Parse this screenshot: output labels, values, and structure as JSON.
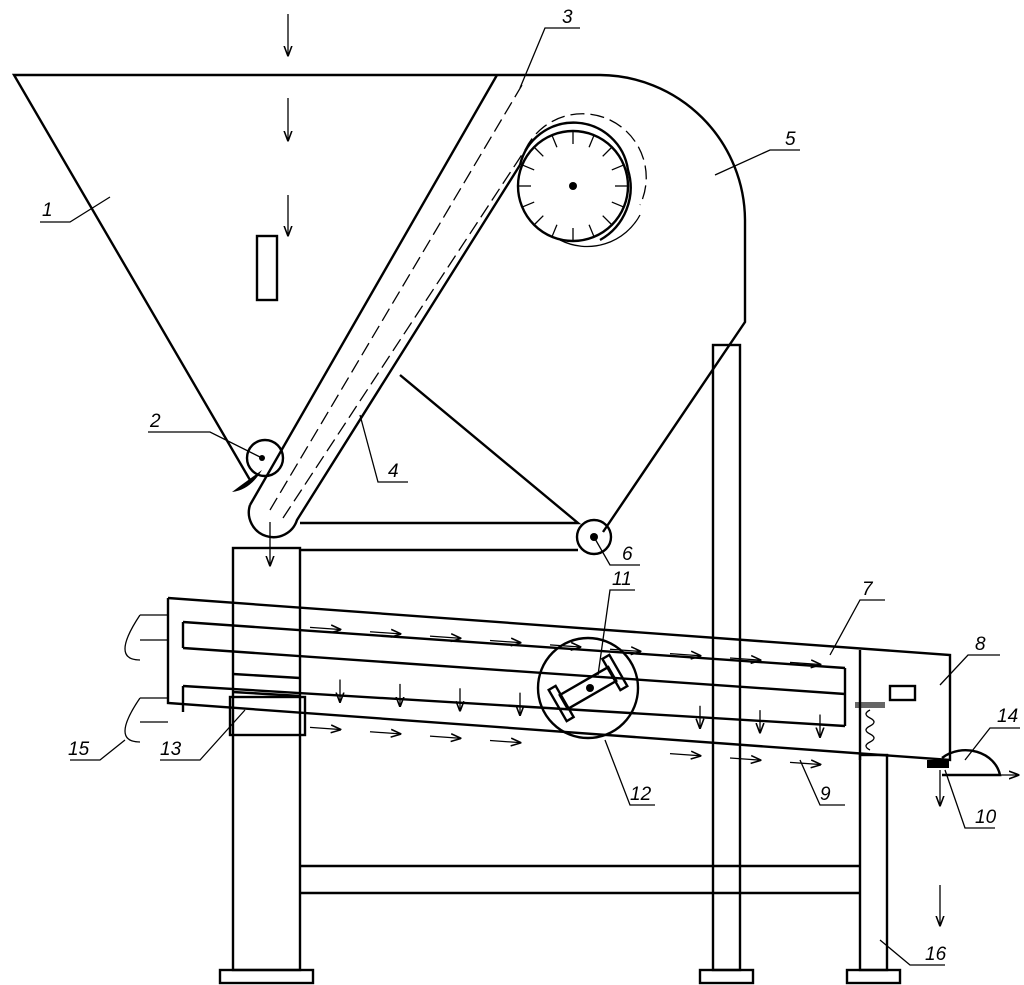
{
  "diagram": {
    "type": "technical-drawing",
    "labels": [
      {
        "id": "1",
        "text": "1"
      },
      {
        "id": "2",
        "text": "2"
      },
      {
        "id": "3",
        "text": "3"
      },
      {
        "id": "4",
        "text": "4"
      },
      {
        "id": "5",
        "text": "5"
      },
      {
        "id": "6",
        "text": "6"
      },
      {
        "id": "7",
        "text": "7"
      },
      {
        "id": "8",
        "text": "8"
      },
      {
        "id": "9",
        "text": "9"
      },
      {
        "id": "10",
        "text": "10"
      },
      {
        "id": "11",
        "text": "11"
      },
      {
        "id": "12",
        "text": "12"
      },
      {
        "id": "13",
        "text": "13"
      },
      {
        "id": "14",
        "text": "14"
      },
      {
        "id": "15",
        "text": "15"
      },
      {
        "id": "16",
        "text": "16"
      }
    ]
  }
}
